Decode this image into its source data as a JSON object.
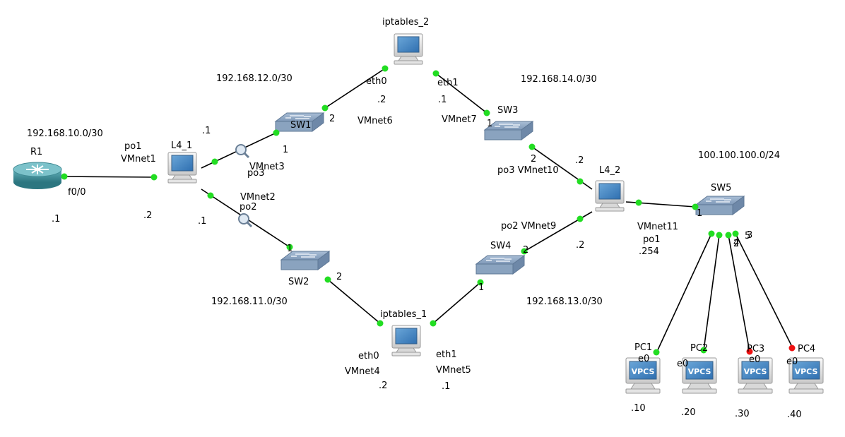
{
  "colors": {
    "link_up": "#22dd22",
    "link_down": "#ee1111",
    "switch": "#7d96b4",
    "router": "#3d8a93",
    "vpcs_screen": "#3b78b8"
  },
  "subnets": {
    "n10": "192.168.10.0/30",
    "n12": "192.168.12.0/30",
    "n14": "192.168.14.0/30",
    "n11": "192.168.11.0/30",
    "n13": "192.168.13.0/30",
    "n100": "100.100.100.0/24"
  },
  "nodes": {
    "r1": {
      "name": "R1",
      "icon": "router-icon"
    },
    "l4_1": {
      "name": "L4_1",
      "icon": "host-icon"
    },
    "l4_2": {
      "name": "L4_2",
      "icon": "host-icon"
    },
    "sw1": {
      "name": "SW1",
      "icon": "switch-icon"
    },
    "sw2": {
      "name": "SW2",
      "icon": "switch-icon"
    },
    "sw3": {
      "name": "SW3",
      "icon": "switch-icon"
    },
    "sw4": {
      "name": "SW4",
      "icon": "switch-icon"
    },
    "sw5": {
      "name": "SW5",
      "icon": "switch-icon"
    },
    "ipt1": {
      "name": "iptables_1",
      "icon": "host-icon"
    },
    "ipt2": {
      "name": "iptables_2",
      "icon": "host-icon"
    },
    "pc1": {
      "name": "PC1",
      "icon": "vpcs-icon",
      "badge": "VPCS",
      "port": "e0",
      "addr": ".10"
    },
    "pc2": {
      "name": "PC2",
      "icon": "vpcs-icon",
      "badge": "VPCS",
      "port": "e0",
      "addr": ".20"
    },
    "pc3": {
      "name": "PC3",
      "icon": "vpcs-icon",
      "badge": "VPCS",
      "port": "e0",
      "addr": ".30"
    },
    "pc4": {
      "name": "PC4",
      "icon": "vpcs-icon",
      "badge": "VPCS",
      "port": "e0",
      "addr": ".40"
    }
  },
  "labels": {
    "r1_port": "f0/0",
    "r1_addr": ".1",
    "l4_1_po1": "po1",
    "l4_1_vmnet1": "VMnet1",
    "l4_1_addr_left": ".2",
    "l4_1_addr_top": ".1",
    "l4_1_vmnet3": "VMnet3",
    "l4_1_po3": "po3",
    "l4_1_vmnet2": "VMnet2",
    "l4_1_po2": "po2",
    "l4_1_addr_bottom": ".1",
    "sw1_p2": "2",
    "sw1_p1": "1",
    "sw2_p1": "1",
    "sw2_p2": "2",
    "ipt2_eth0": "eth0",
    "ipt2_eth1": "eth1",
    "ipt2_addr_left": ".2",
    "ipt2_addr_right": ".1",
    "vmnet6": "VMnet6",
    "vmnet7": "VMnet7",
    "sw3_p1": "1",
    "sw3_p2": "2",
    "l4_2_po3_vmnet10": "po3 VMnet10",
    "l4_2_addr_top": ".2",
    "l4_2_po2_vmnet9": "po2 VMnet9",
    "l4_2_addr_bottom": ".2",
    "l4_2_vmnet11": "VMnet11",
    "l4_2_po1": "po1",
    "l4_2_addr_right": ".254",
    "sw4_p2": "2",
    "sw4_p1": "1",
    "ipt1_eth0": "eth0",
    "ipt1_eth1": "eth1",
    "ipt1_vmnet4": "VMnet4",
    "ipt1_vmnet5": "VMnet5",
    "ipt1_addr_left": ".2",
    "ipt1_addr_right": ".1",
    "sw5_p1": "1",
    "sw5_p_a": "2",
    "sw5_p_b": "3",
    "sw5_p_c": "4",
    "sw5_p_d": "5"
  }
}
